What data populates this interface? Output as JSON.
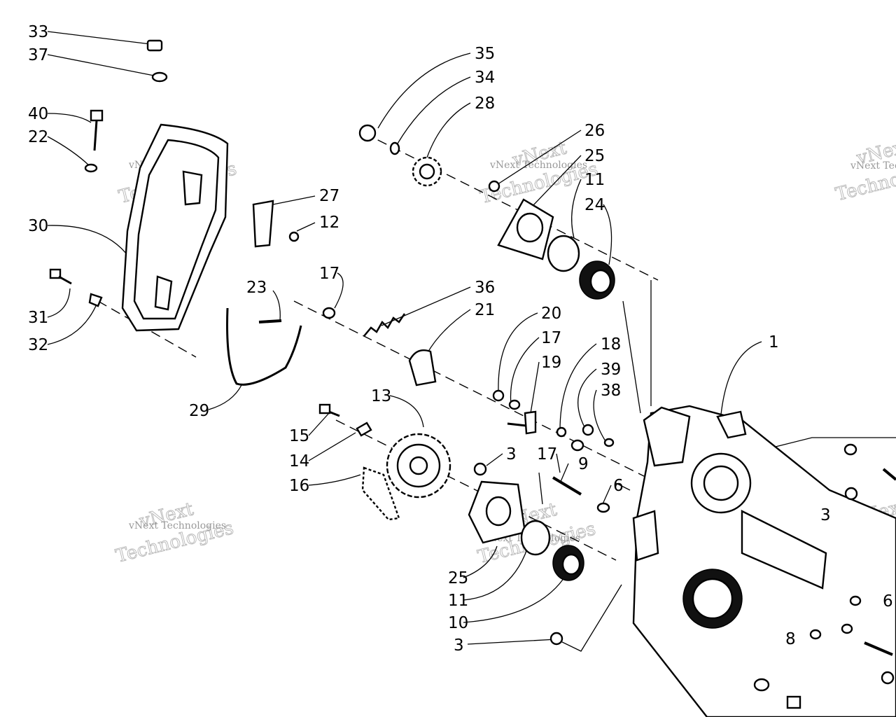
{
  "diagram": {
    "callouts": [
      "33",
      "37",
      "40",
      "22",
      "30",
      "31",
      "32",
      "27",
      "12",
      "23",
      "17",
      "29",
      "35",
      "34",
      "28",
      "26",
      "25",
      "11",
      "24",
      "36",
      "21",
      "20",
      "17",
      "19",
      "18",
      "39",
      "38",
      "1",
      "13",
      "15",
      "14",
      "16",
      "3",
      "17",
      "9",
      "6",
      "25",
      "11",
      "10",
      "3",
      "3",
      "6",
      "8"
    ],
    "watermark": {
      "brand": "vNext",
      "brand_full": "Technologies",
      "label": "vNext Technologies"
    }
  }
}
